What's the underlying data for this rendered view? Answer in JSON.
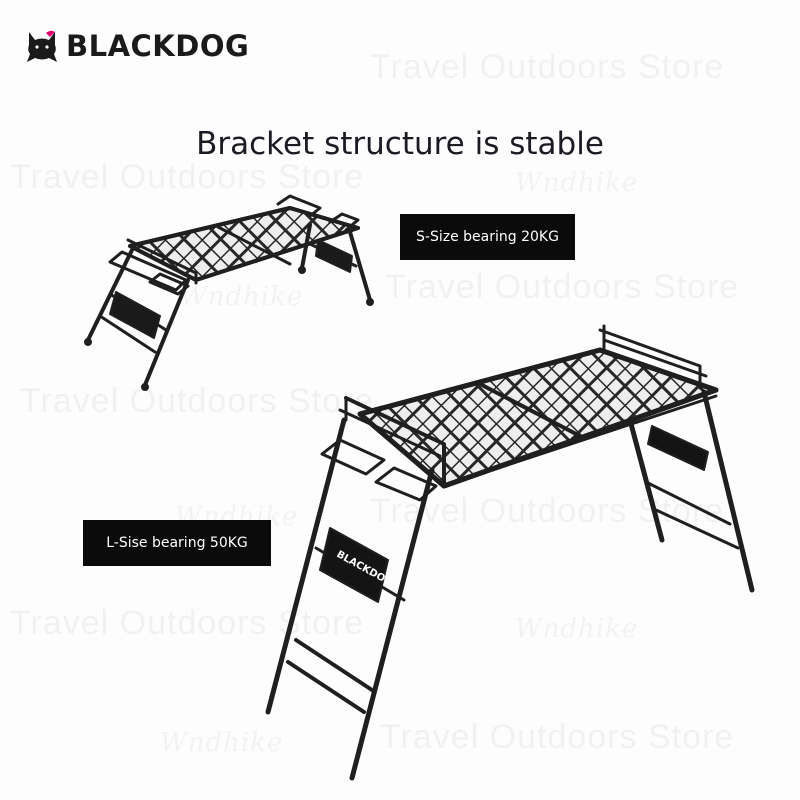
{
  "brand": {
    "logo_text": "BLACKDOG",
    "logo_icon": "cat-logo-icon"
  },
  "headline": "Bracket structure is stable",
  "labels": {
    "small": "S-Size bearing 20KG",
    "large": "L-Sise bearing 50KG"
  },
  "panel_brand": "BLACKDOG",
  "watermarks": {
    "store": "Travel Outdoors Store",
    "script": "Wndhike"
  },
  "colors": {
    "frame": "#1f1f1f",
    "label_bg": "#0b0b0b",
    "label_text": "#ffffff"
  }
}
